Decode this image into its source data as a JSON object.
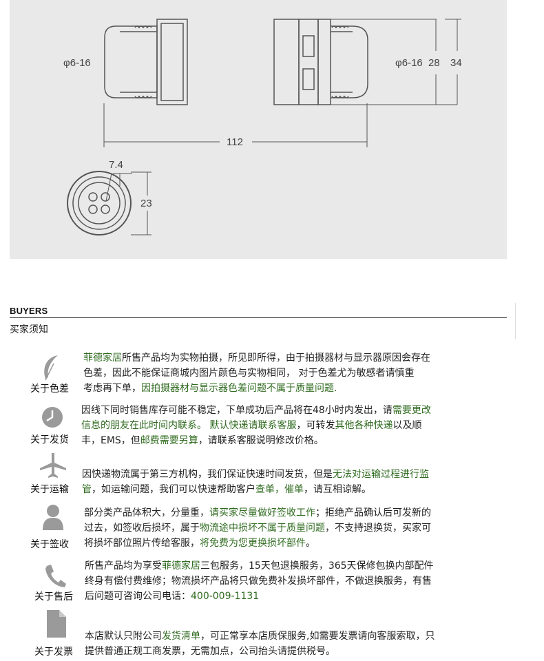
{
  "drawing": {
    "left_diameter_label": "φ6-16",
    "right_diameter_label": "φ6-16",
    "height_inner": "28",
    "height_outer": "34",
    "length": "112",
    "face_width": "7.4",
    "face_height": "23"
  },
  "header": {
    "title": "BUYERS",
    "subtitle": "买家须知"
  },
  "sections": [
    {
      "id": "color",
      "label": "关于色差",
      "icon": "feather-icon",
      "lines": [
        [
          {
            "t": "菲德家居",
            "g": true
          },
          {
            "t": "所售产品均为实物拍摄，所见即所得，由于拍摄器材与显示器原因会存在"
          }
        ],
        [
          {
            "t": "色差，因此不能保证商城内图片颜色与实物相同，        对于色差尤为敏感者请慎重"
          }
        ],
        [
          {
            "t": "考虑再下单，"
          },
          {
            "t": "因拍摄器材与显示器色差问题不属于质量问题.",
            "g": true
          }
        ]
      ]
    },
    {
      "id": "ship",
      "label": "关于发货",
      "icon": "clock-icon",
      "lines": [
        [
          {
            "t": "因线下同时销售库存可能不稳定，下单成功后产品将在48小时内发出，请"
          },
          {
            "t": "需要更改",
            "g": true
          }
        ],
        [
          {
            "t": "信息的朋友在此时间内联系。 默认快递请联系客服",
            "g": true
          },
          {
            "t": "，可转发"
          },
          {
            "t": "其他各种快递",
            "g": true
          },
          {
            "t": "以及顺"
          }
        ],
        [
          {
            "t": "丰，EMS，但"
          },
          {
            "t": "邮费需要另算",
            "g": true
          },
          {
            "t": "，请联系客服说明修改价格。"
          }
        ]
      ]
    },
    {
      "id": "transport",
      "label": "关于运输",
      "icon": "airplane-icon",
      "lines": [
        [
          {
            "t": "因快递物流属于第三方机构，我们保证快速时间发货，但是"
          },
          {
            "t": "无法对运输过程进行监",
            "g": true
          }
        ],
        [
          {
            "t": "管",
            "g": true
          },
          {
            "t": "，如运输问题，我们可以快速帮助客户"
          },
          {
            "t": "查单，催单",
            "g": true
          },
          {
            "t": "，请互相谅解。"
          }
        ]
      ]
    },
    {
      "id": "sign",
      "label": "关于签收",
      "icon": "person-icon",
      "lines": [
        [
          {
            "t": "部分类产品体积大，分量重，"
          },
          {
            "t": "请买家尽量做好签收工作",
            "g": true
          },
          {
            "t": "；拒绝产品确认后可发新的"
          }
        ],
        [
          {
            "t": "过去，如签收后损坏，属于"
          },
          {
            "t": "物流途中损坏不属于质量问题",
            "g": true
          },
          {
            "t": "，不支持退换货，买家可"
          }
        ],
        [
          {
            "t": "将损坏部位照片传给客服，"
          },
          {
            "t": "将免费为您更换损坏部件",
            "g": true
          },
          {
            "t": "。"
          }
        ]
      ]
    },
    {
      "id": "aftersale",
      "label": "关于售后",
      "icon": "phone-icon",
      "lines": [
        [
          {
            "t": "所售产品均为享受"
          },
          {
            "t": "菲德家居",
            "g": true
          },
          {
            "t": "三包服务，15天包退换服务，365天保修包换内部配件"
          }
        ],
        [
          {
            "t": "终身有偿付费维修；物流损坏产品将只做免费补发损坏部件，不做退换服务，有售"
          }
        ],
        [
          {
            "t": "后问题可咨询公司电话："
          },
          {
            "t": "400-009-1131",
            "g": true
          }
        ]
      ]
    },
    {
      "id": "invoice",
      "label": "关于发票",
      "icon": "document-icon",
      "lines": [
        [
          {
            "t": "本店默认只附公司"
          },
          {
            "t": "发货清单",
            "g": true
          },
          {
            "t": "，可正常享本店质保服务,如需要发票请向客服索取，只"
          }
        ],
        [
          {
            "t": "提供普通正规工商发票，无需加点，公司抬头请提供税号。"
          }
        ]
      ]
    }
  ],
  "colors": {
    "accent_green": "#2f6b1f",
    "icon_gray": "#9a9a9a",
    "drawing_bg": "#e9e9e9"
  }
}
